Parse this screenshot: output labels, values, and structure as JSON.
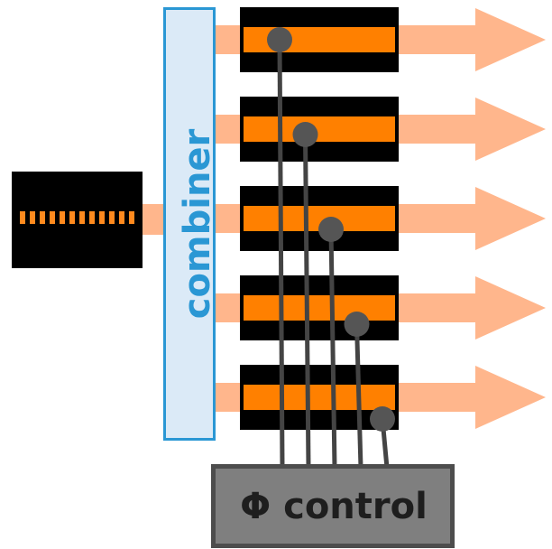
{
  "combiner": {
    "label": "combiner",
    "border_color": "#2a97d4",
    "fill_color": "#dbeaf7",
    "text_color": "#2a97d4"
  },
  "control": {
    "label": "Φ control",
    "fill_color": "#7f7f7f",
    "border_color": "#4d4d4d",
    "text_color": "#1e1e1e"
  },
  "source": {
    "name": "laser-source",
    "grating_color": "#ff8a1e",
    "body_color": "#000000"
  },
  "beam": {
    "color": "#ffb68c"
  },
  "modulators": {
    "count": 5,
    "body_color": "#000000",
    "waveguide_color": "#ff8000",
    "tap_color": "#555555",
    "wire_color": "#444444"
  }
}
